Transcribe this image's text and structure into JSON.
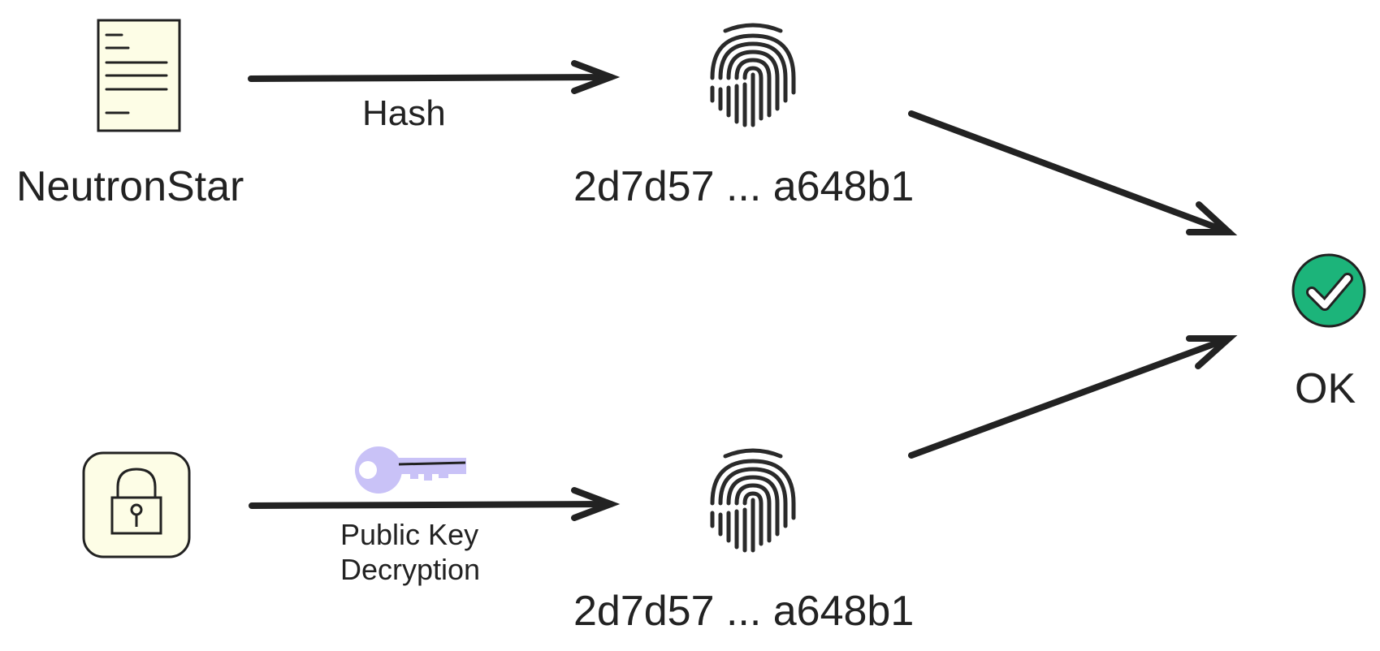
{
  "document": {
    "name": "NeutronStar"
  },
  "top_row": {
    "edge_label": "Hash",
    "hash_value": "2d7d57 ... a648b1"
  },
  "bottom_row": {
    "edge_label_line1": "Public Key",
    "edge_label_line2": "Decryption",
    "hash_value": "2d7d57 ... a648b1"
  },
  "result": {
    "label": "OK"
  },
  "colors": {
    "stroke": "#222222",
    "document_fill": "#fdfde6",
    "lock_fill": "#fdfde6",
    "key_fill": "#c9c2f7",
    "ok_fill": "#1cb47a"
  },
  "icons": {
    "document": "document-icon",
    "fingerprint": "fingerprint-icon",
    "lock": "lock-icon",
    "key": "key-icon",
    "check": "check-icon"
  }
}
